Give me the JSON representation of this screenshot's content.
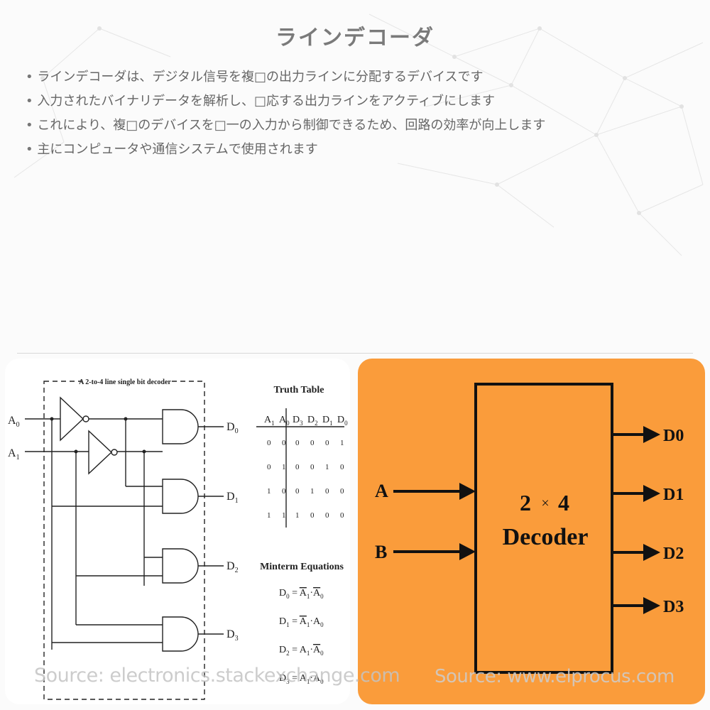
{
  "page": {
    "title": "ラインデコーダ",
    "bullets": [
      "ラインデコーダは、デジタル信号を複□の出力ラインに分配するデバイスです",
      "入力されたバイナリデータを解析し、□応する出力ラインをアクティブにします",
      "これにより、複□のデバイスを□一の入力から制御できるため、回路の効率が向上します",
      "主にコンピュータや通信システムで使用されます"
    ]
  },
  "left_figure": {
    "box_label": "A 2-to-4 line single bit decoder",
    "inputs": [
      "A",
      "A"
    ],
    "input_subs": [
      "0",
      "1"
    ],
    "outputs": [
      "D",
      "D",
      "D",
      "D"
    ],
    "output_subs": [
      "0",
      "1",
      "2",
      "3"
    ],
    "truth_table": {
      "title": "Truth Table",
      "headers": [
        "A1",
        "A0",
        "D3",
        "D2",
        "D1",
        "D0"
      ],
      "rows": [
        [
          "0",
          "0",
          "0",
          "0",
          "0",
          "1"
        ],
        [
          "0",
          "1",
          "0",
          "0",
          "1",
          "0"
        ],
        [
          "1",
          "0",
          "0",
          "1",
          "0",
          "0"
        ],
        [
          "1",
          "1",
          "1",
          "0",
          "0",
          "0"
        ]
      ]
    },
    "minterm": {
      "title": "Minterm Equations",
      "equations": [
        "D0 = A1·A0",
        "D1 = A1·A0",
        "D2 = A1·A0",
        "D3 = A1·A0"
      ]
    },
    "source": "Source: electronics.stackexchange.com"
  },
  "right_figure": {
    "inputs": [
      "A",
      "B"
    ],
    "block_line1": "2",
    "block_times": "×",
    "block_line2": "4",
    "block_label": "Decoder",
    "outputs": [
      "D0",
      "D1",
      "D2",
      "D3"
    ],
    "source": "Source: www.elprocus.com"
  },
  "colors": {
    "right_panel_bg": "#fa9c3b",
    "title_text": "#7a7a7a",
    "body_text": "#666666"
  }
}
